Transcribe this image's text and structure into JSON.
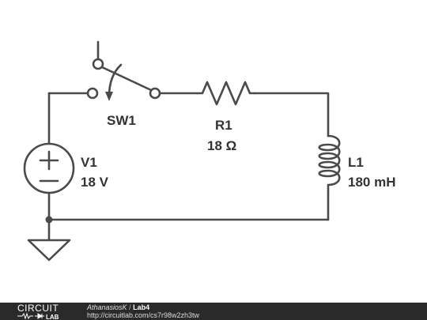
{
  "components": {
    "switch": {
      "ref": "SW1"
    },
    "resistor": {
      "ref": "R1",
      "value": "18 Ω"
    },
    "source": {
      "ref": "V1",
      "value": "18 V"
    },
    "inductor": {
      "ref": "L1",
      "value": "180 mH"
    }
  },
  "footer": {
    "logo_top": "CIRCUIT",
    "logo_bottom": "LAB",
    "author": "AthanasiosK",
    "separator": "/",
    "title": "Lab4",
    "url": "http://circuitlab.com/cs7r98w2zh3tw"
  },
  "colors": {
    "wire": "#4a4a4a",
    "label": "#333333",
    "footer_background": "#2a2a2a"
  }
}
